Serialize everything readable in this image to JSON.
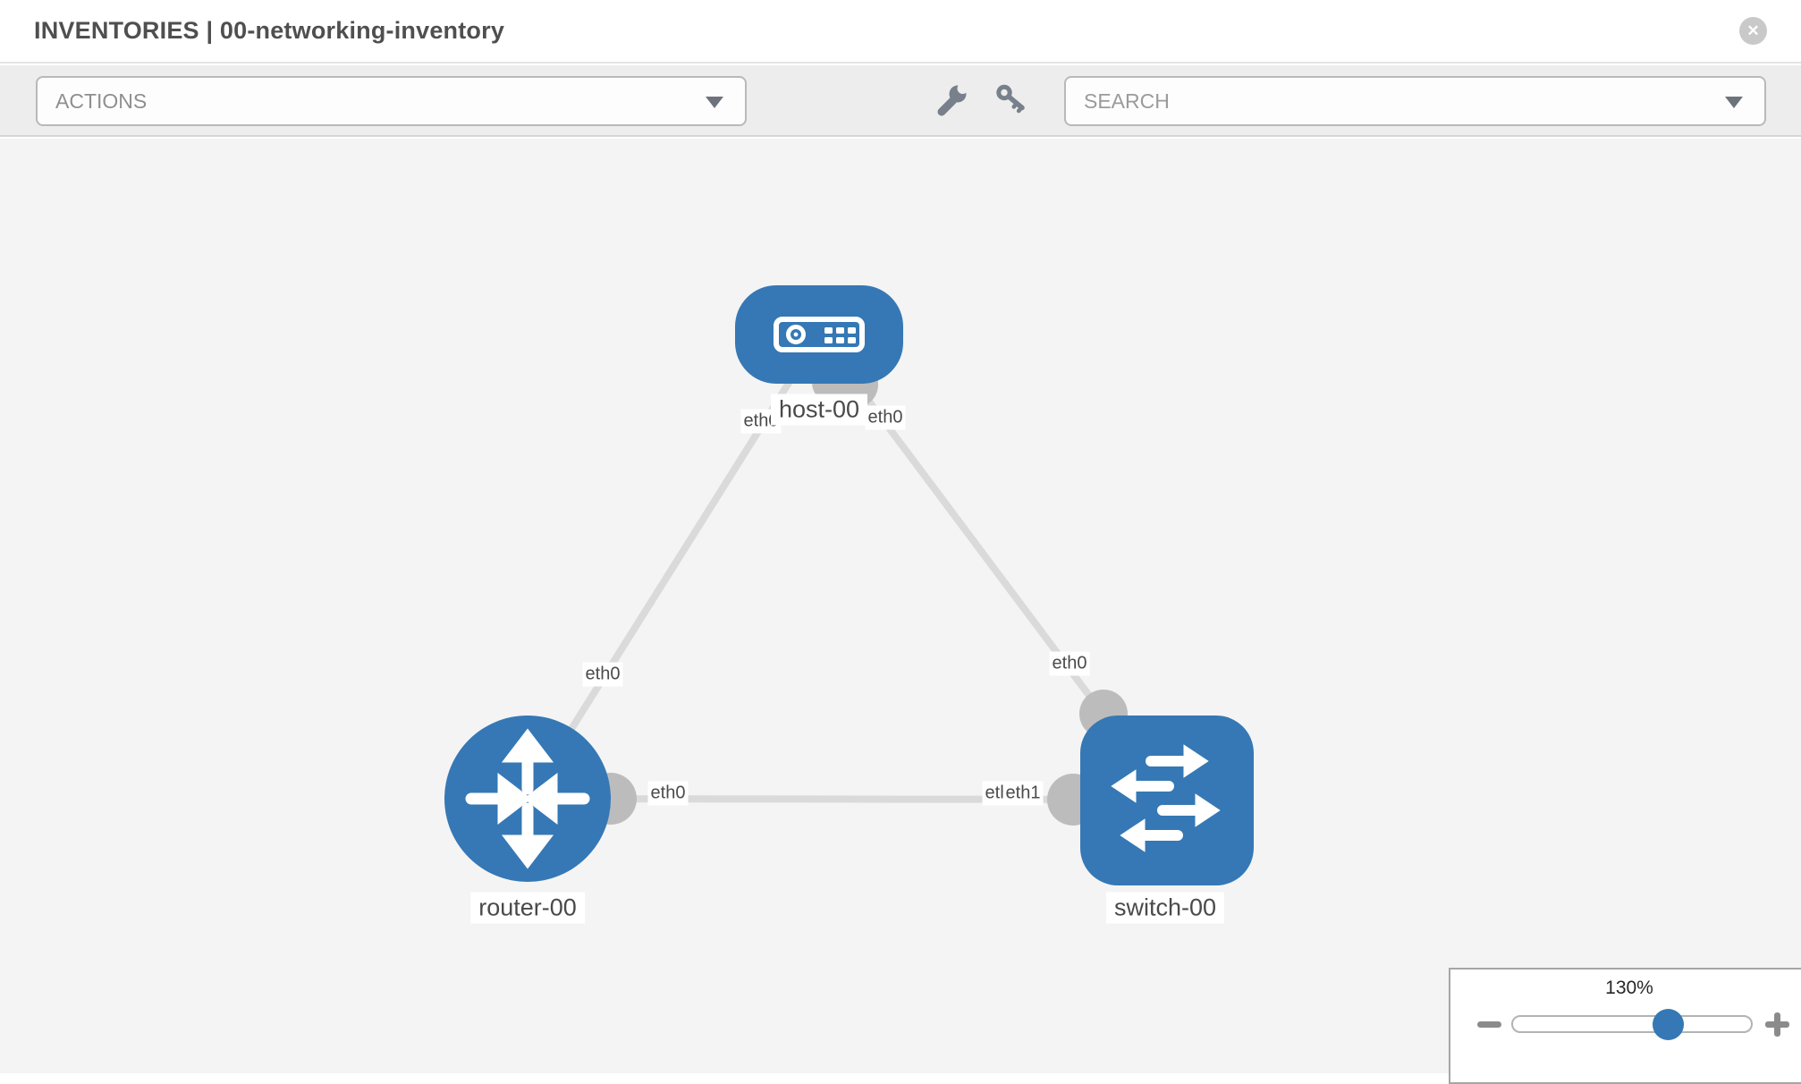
{
  "header": {
    "title": "INVENTORIES | 00-networking-inventory",
    "close_glyph": "✕"
  },
  "toolbar": {
    "actions": {
      "label": "ACTIONS"
    },
    "tools": [
      {
        "icon": "wrench-icon"
      },
      {
        "icon": "key-icon"
      }
    ],
    "search": {
      "placeholder": "SEARCH",
      "value": ""
    }
  },
  "topology": {
    "nodes": [
      {
        "label": "host-00",
        "type": "host",
        "icon": "host-icon"
      },
      {
        "label": "router-00",
        "type": "router",
        "icon": "router-icon"
      },
      {
        "label": "switch-00",
        "type": "switch",
        "icon": "switch-icon"
      }
    ],
    "links": [
      {
        "from": "host-00",
        "to": "router-00",
        "from_iface": "eth0",
        "to_iface": "eth0"
      },
      {
        "from": "host-00",
        "to": "switch-00",
        "from_iface": "eth0",
        "to_iface": "eth0"
      },
      {
        "from": "router-00",
        "to": "switch-00",
        "from_iface": "eth0",
        "to_iface": "eth1",
        "overlapped_iface": "eth0"
      }
    ]
  },
  "zoom_control": {
    "level": "130%"
  },
  "colors": {
    "node_blue": "#3578b5",
    "link_gray": "#dadada",
    "connector_gray": "#bcbcbc",
    "canvas_bg": "#f4f4f4",
    "toolbar_bg": "#ededed"
  }
}
